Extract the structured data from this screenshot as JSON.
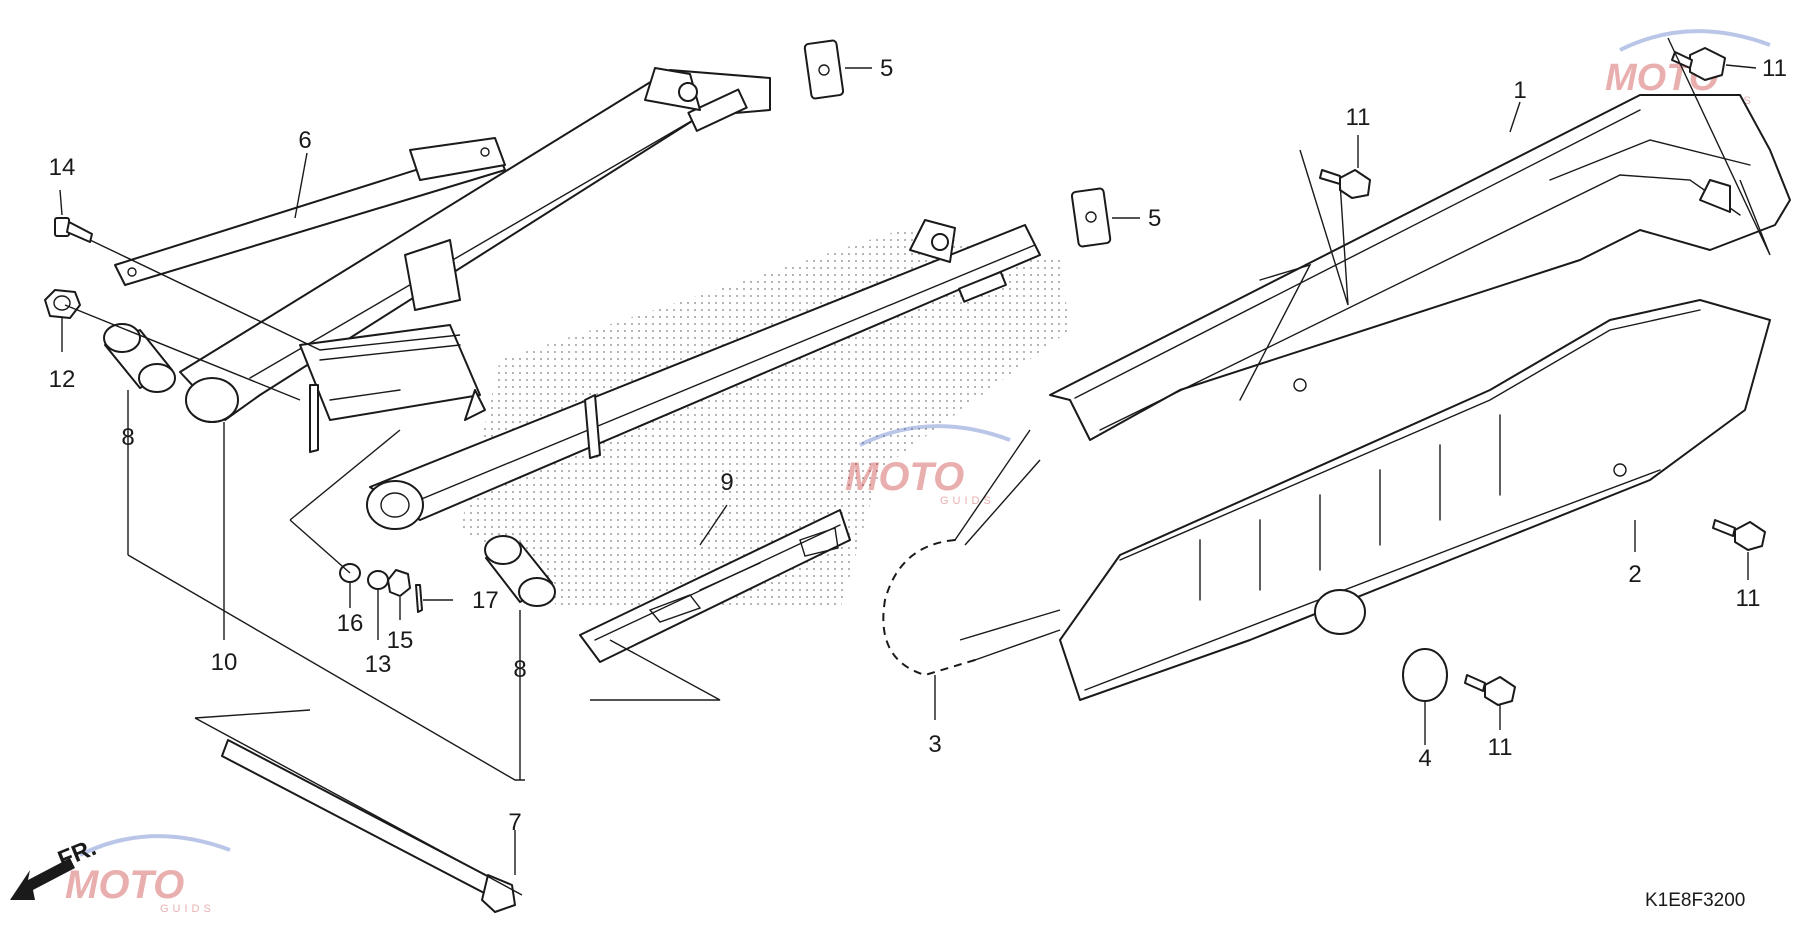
{
  "diagram": {
    "code": "K1E8F3200",
    "front_label": "FR.",
    "watermark": {
      "text": "MOTO",
      "sub": "GUIDS",
      "red": "#c21b1b",
      "blue": "#3b5fbf"
    },
    "callouts": [
      {
        "id": "c1",
        "text": "1"
      },
      {
        "id": "c2",
        "text": "2"
      },
      {
        "id": "c3",
        "text": "3"
      },
      {
        "id": "c4",
        "text": "4"
      },
      {
        "id": "c5a",
        "text": "5"
      },
      {
        "id": "c5b",
        "text": "5"
      },
      {
        "id": "c6",
        "text": "6"
      },
      {
        "id": "c7",
        "text": "7"
      },
      {
        "id": "c8a",
        "text": "8"
      },
      {
        "id": "c8b",
        "text": "8"
      },
      {
        "id": "c9",
        "text": "9"
      },
      {
        "id": "c10",
        "text": "10"
      },
      {
        "id": "c11a",
        "text": "11"
      },
      {
        "id": "c11b",
        "text": "11"
      },
      {
        "id": "c11c",
        "text": "11"
      },
      {
        "id": "c11d",
        "text": "11"
      },
      {
        "id": "c12",
        "text": "12"
      },
      {
        "id": "c13",
        "text": "13"
      },
      {
        "id": "c14",
        "text": "14"
      },
      {
        "id": "c15",
        "text": "15"
      },
      {
        "id": "c16",
        "text": "16"
      },
      {
        "id": "c17",
        "text": "17"
      }
    ]
  }
}
